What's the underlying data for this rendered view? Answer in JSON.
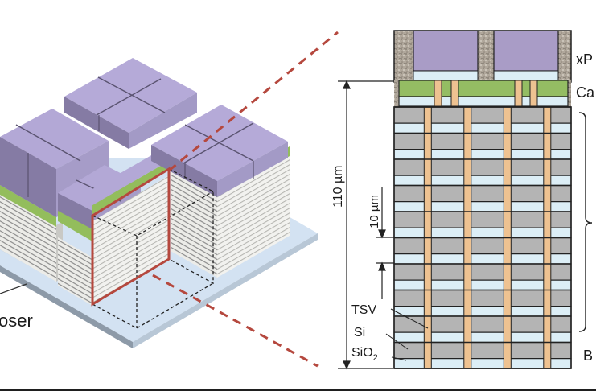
{
  "figure": {
    "left_panel": {
      "title": "3D stacked package isometric view",
      "interposer_label": "Interposer",
      "interposer_label_visible": "oser"
    },
    "right_panel": {
      "title": "Cross-section",
      "layer_labels": {
        "xpu": "xPU",
        "xpu_visible": "xP",
        "cache": "Cache",
        "cache_visible": "Ca",
        "base": "Base",
        "base_visible": "B"
      },
      "dimension_labels": {
        "total_height": "110 µm",
        "layer_pitch": "10 µm"
      },
      "material_labels": {
        "tsv": "TSV",
        "si": "Si",
        "sio2_main": "SiO",
        "sio2_sub": "2"
      },
      "base_layer_count": 10,
      "tsv_count": 4
    },
    "colors": {
      "xpu_purple": "#a99cc6",
      "cache_green": "#94bd63",
      "oxide_light_blue": "#dceef6",
      "silicon_gray": "#b4b4b4",
      "tsv_copper": "#eec291",
      "mold_compound": "#a89f93",
      "callout_red": "#b5483e",
      "interposer_blue": "#cfdff0",
      "outline": "#222222"
    }
  }
}
